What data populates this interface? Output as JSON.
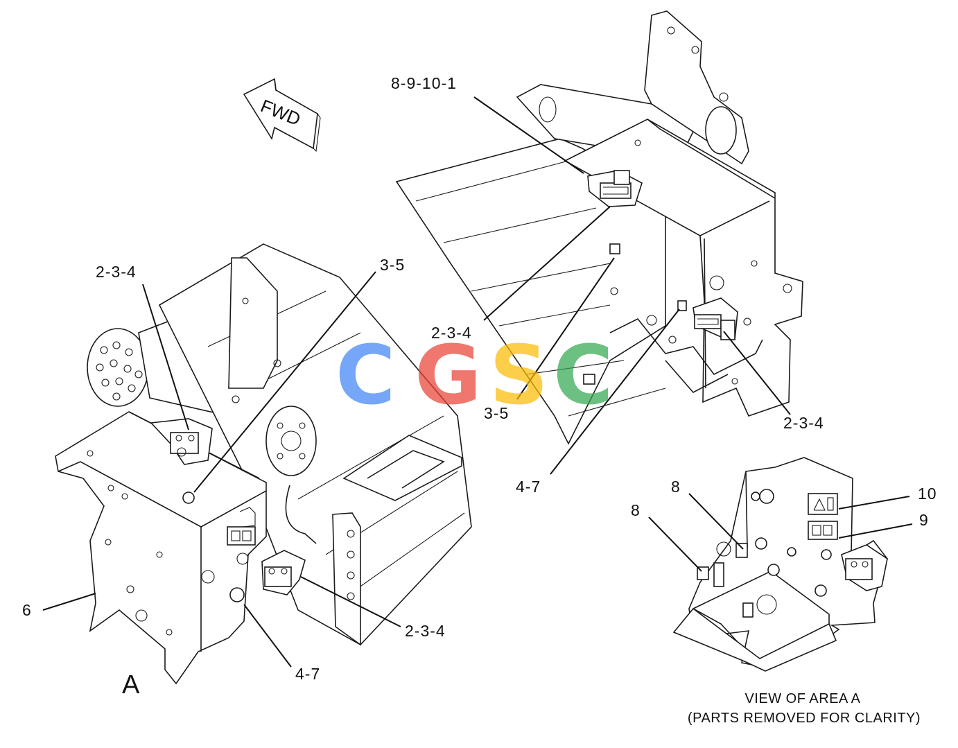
{
  "diagram": {
    "fwd_label": "FWD",
    "area_label": "A",
    "view_caption_line1": "VIEW OF AREA A",
    "view_caption_line2": "(PARTS REMOVED FOR CLARITY)",
    "callouts": {
      "c_8_9_10_1": "8-9-10-1",
      "c_2_3_4_left_top": "2-3-4",
      "c_3_5_left": "3-5",
      "c_2_3_4_center": "2-3-4",
      "c_3_5_center": "3-5",
      "c_2_3_4_right": "2-3-4",
      "c_4_7_center": "4-7",
      "c_6": "6",
      "c_2_3_4_bottom": "2-3-4",
      "c_4_7_bottom": "4-7",
      "c_8_a": "8",
      "c_8_b": "8",
      "c_10": "10",
      "c_9": "9"
    }
  },
  "watermark": {
    "letters": [
      "C",
      "G",
      "S",
      "C"
    ],
    "colors": [
      "#4285F4",
      "#EA4335",
      "#FBBC05",
      "#34A853"
    ]
  }
}
